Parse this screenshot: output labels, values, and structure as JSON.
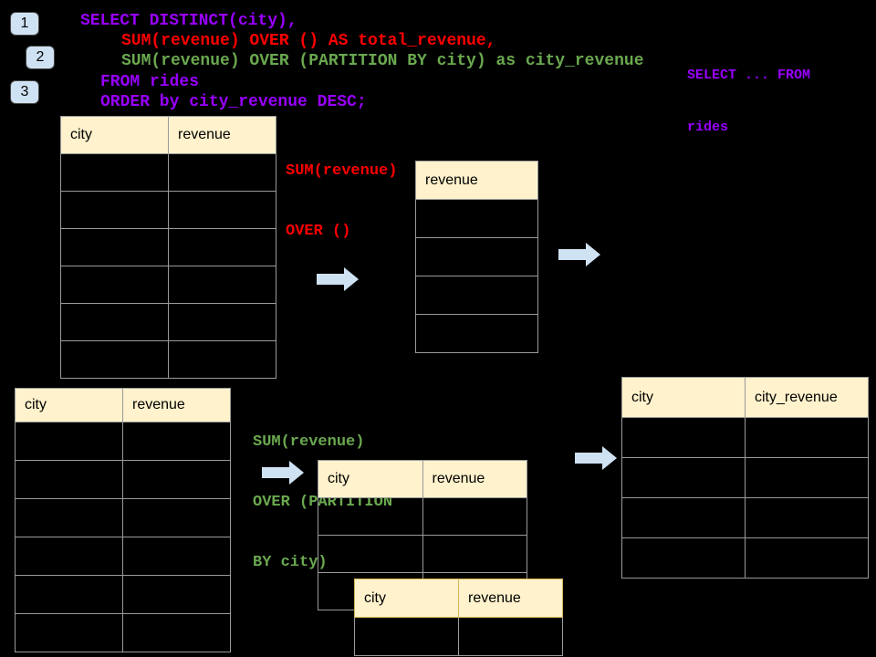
{
  "colors": {
    "background": "#000000",
    "purple": "#9900ff",
    "red": "#ff0000",
    "green": "#6aa84f",
    "table_header_bg": "#fff2cc",
    "table_border": "#9a9a9a",
    "arrow_fill": "#cfe2f3",
    "badge_bg": "#cfe2f3"
  },
  "steps": [
    {
      "label": "1"
    },
    {
      "label": "2"
    },
    {
      "label": "3"
    }
  ],
  "sql": {
    "lines": [
      {
        "text": "SELECT DISTINCT(city),",
        "color": "purple"
      },
      {
        "text": "SUM(revenue) OVER () AS total_revenue,",
        "color": "red"
      },
      {
        "text": "SUM(revenue) OVER (PARTITION BY city) as city_revenue",
        "color": "green"
      },
      {
        "text": "FROM rides",
        "color": "purple"
      },
      {
        "text": "ORDER by city_revenue DESC;",
        "color": "purple"
      }
    ],
    "side_note": {
      "line1": "SELECT ... FROM",
      "line2": "rides"
    }
  },
  "annotations": {
    "total": {
      "line1": "SUM(revenue)",
      "line2": "OVER ()"
    },
    "partition": {
      "line1": "SUM(revenue)",
      "line2": "OVER (PARTITION",
      "line3": "BY city)"
    }
  },
  "tables": {
    "source_top": {
      "columns": [
        "city",
        "revenue"
      ],
      "rows": 6
    },
    "total_result": {
      "columns": [
        "revenue"
      ],
      "rows": 4
    },
    "source_bottom": {
      "columns": [
        "city",
        "revenue"
      ],
      "rows": 6
    },
    "partition_a": {
      "columns": [
        "city",
        "revenue"
      ],
      "rows": 3
    },
    "partition_b": {
      "columns": [
        "city",
        "revenue"
      ],
      "rows": 1
    },
    "city_result": {
      "columns": [
        "city",
        "city_revenue"
      ],
      "rows": 4
    }
  }
}
